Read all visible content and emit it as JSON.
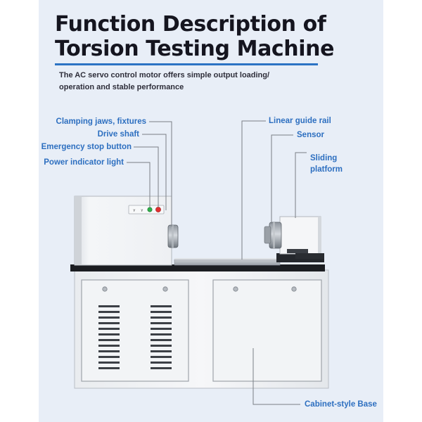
{
  "header": {
    "title_line1": "Function Description of",
    "title_line2": "Torsion Testing Machine",
    "subtitle_line1": "The AC servo control motor offers simple output loading/",
    "subtitle_line2": "operation and stable performance"
  },
  "callouts": {
    "clamping_jaws": "Clamping jaws, fixtures",
    "drive_shaft": "Drive shaft",
    "emergency_stop": "Emergency stop button",
    "power_indicator": "Power indicator light",
    "linear_guide_rail": "Linear guide rail",
    "sensor": "Sensor",
    "sliding_platform_line1": "Sliding",
    "sliding_platform_line2": "platform",
    "cabinet_base": "Cabinet-style Base"
  },
  "colors": {
    "accent_blue": "#2d6fc0",
    "rule_blue": "#2c73c4",
    "panel_bg": "#e8eef7",
    "title_color": "#15151f",
    "emergency_red": "#e03030",
    "indicator_green": "#2fb04a"
  }
}
